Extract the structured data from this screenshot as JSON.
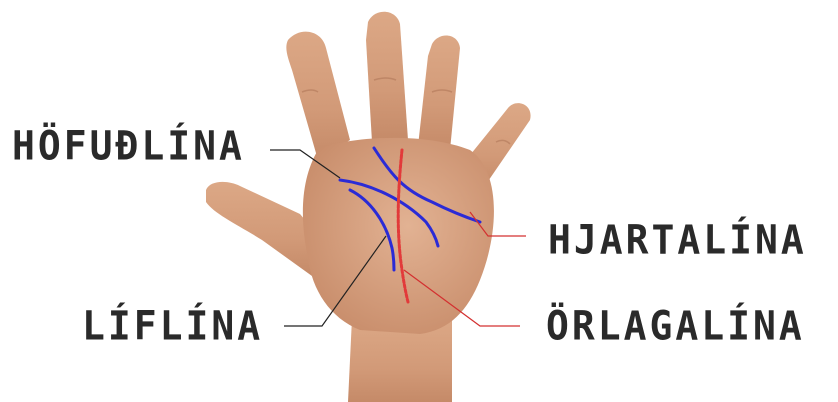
{
  "labels": {
    "head_line": "HÖFUÐLÍNA",
    "heart_line": "HJARTALÍNA",
    "life_line": "LÍFLÍNA",
    "fate_line": "ÖRLAGALÍNA"
  },
  "colors": {
    "background": "#ffffff",
    "skin": "#d9a27f",
    "skin_shadow": "#b97a59",
    "palm_line": "#2b2bd6",
    "fate_line": "#e23a3a",
    "leader_dark": "#222222",
    "leader_red": "#d33030",
    "text": "#2a2a2a"
  }
}
